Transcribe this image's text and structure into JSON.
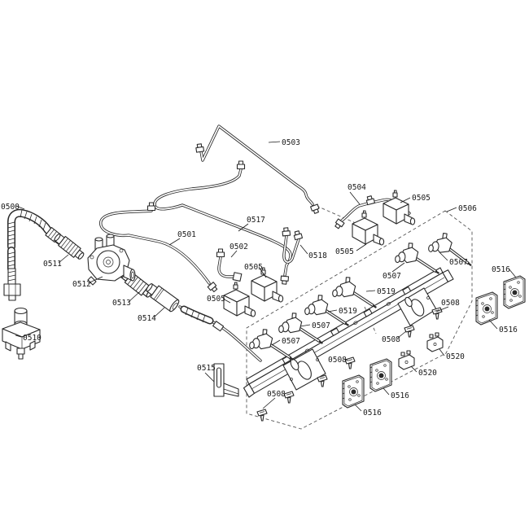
{
  "diagram": {
    "kind": "exploded-parts-diagram",
    "subject": "gas cooktop burner manifold assembly",
    "background": "#ffffff",
    "line_color": "#2a2a2a",
    "callouts": [
      {
        "part": "0500",
        "target": "flexible-inlet-hose"
      },
      {
        "part": "0511",
        "target": "hose-adapter-fitting"
      },
      {
        "part": "0512",
        "target": "pressure-regulator"
      },
      {
        "part": "0513",
        "target": "nipple-fitting"
      },
      {
        "part": "0514",
        "target": "elbow-union"
      },
      {
        "part": "0510",
        "target": "inlet-elbow-bracket"
      },
      {
        "part": "0501",
        "target": "burner-supply-pipe-left"
      },
      {
        "part": "0502",
        "target": "burner-pipe-short"
      },
      {
        "part": "0503",
        "target": "burner-supply-pipe-top"
      },
      {
        "part": "0504",
        "target": "burner-supply-pipe-right"
      },
      {
        "part": "0505",
        "target": "gas-valve-top-right"
      },
      {
        "part": "0505",
        "target": "gas-valve-mid-right"
      },
      {
        "part": "0505",
        "target": "gas-valve-center"
      },
      {
        "part": "0505",
        "target": "gas-valve-center-left"
      },
      {
        "part": "0506",
        "target": "manifold-assembly-group"
      },
      {
        "part": "0517",
        "target": "burner-supply-pipe-long"
      },
      {
        "part": "0518",
        "target": "burner-pipe-u-bend"
      },
      {
        "part": "0516",
        "target": "spark-switch-far-right"
      },
      {
        "part": "0516",
        "target": "spark-switch-right"
      },
      {
        "part": "0516",
        "target": "spark-switch-bottom-right"
      },
      {
        "part": "0516",
        "target": "spark-switch-bottom"
      },
      {
        "part": "0507",
        "target": "burner-tap-6"
      },
      {
        "part": "0507",
        "target": "burner-tap-5"
      },
      {
        "part": "0507",
        "target": "burner-tap-2"
      },
      {
        "part": "0507",
        "target": "burner-tap-1"
      },
      {
        "part": "0519",
        "target": "burner-tap-4"
      },
      {
        "part": "0519",
        "target": "burner-tap-3"
      },
      {
        "part": "0508",
        "target": "screw-top"
      },
      {
        "part": "0508",
        "target": "screw-right"
      },
      {
        "part": "0508",
        "target": "screw-mid"
      },
      {
        "part": "0508",
        "target": "screw-bottom"
      },
      {
        "part": "0520",
        "target": "micro-switch-upper"
      },
      {
        "part": "0520",
        "target": "micro-switch-lower"
      },
      {
        "part": "0515",
        "target": "support-bracket"
      }
    ]
  }
}
